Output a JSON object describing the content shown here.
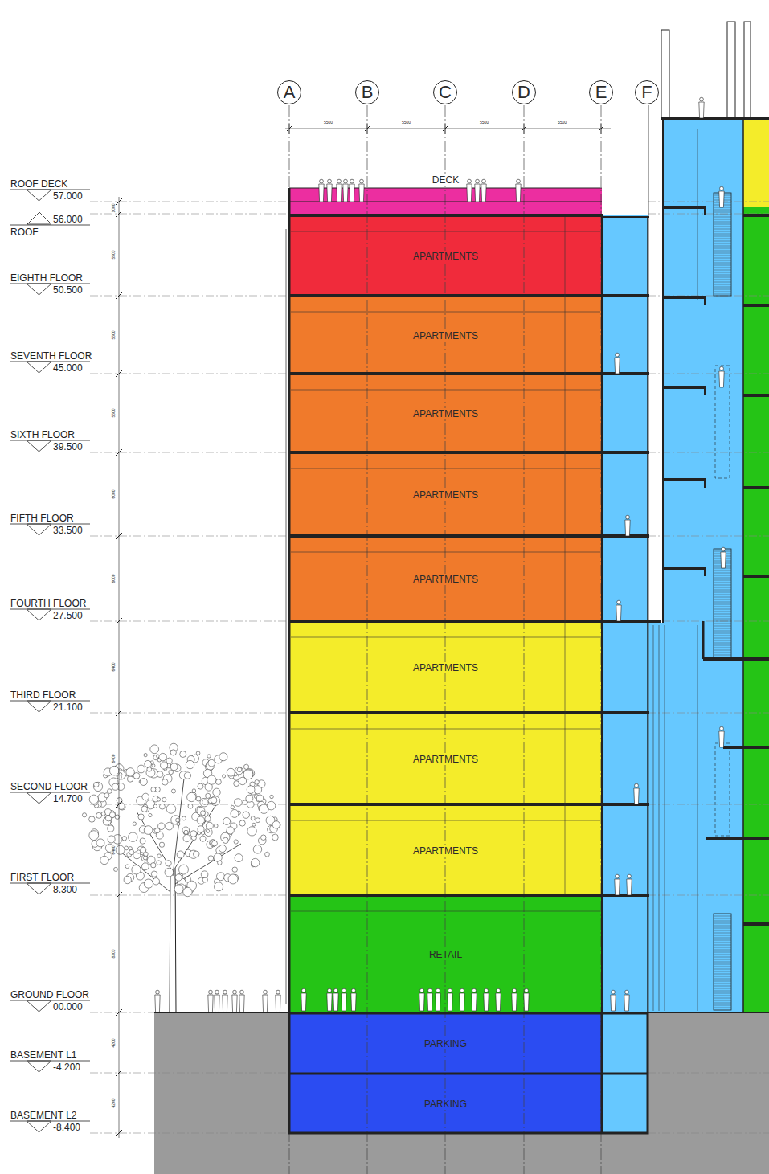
{
  "diagram": {
    "nodes": [
      {
        "text": [
          "A"
        ]
      },
      {
        "text": [
          "B"
        ]
      },
      {
        "text": [
          "C"
        ]
      },
      {
        "text": [
          "D"
        ]
      },
      {
        "text": [
          "E"
        ]
      },
      {
        "text": [
          "F"
        ]
      },
      {
        "text": [
          "DECK"
        ]
      },
      {
        "text": [
          "APARTMENTS"
        ]
      },
      {
        "text": [
          "APARTMENTS"
        ]
      },
      {
        "text": [
          "APARTMENTS"
        ]
      },
      {
        "text": [
          "APARTMENTS"
        ]
      },
      {
        "text": [
          "APARTMENTS"
        ]
      },
      {
        "text": [
          "APARTMENTS"
        ]
      },
      {
        "text": [
          "APARTMENTS"
        ]
      },
      {
        "text": [
          "APARTMENTS"
        ]
      },
      {
        "text": [
          "RETAIL"
        ]
      },
      {
        "text": [
          "PARKING"
        ]
      },
      {
        "text": [
          "PARKING"
        ]
      }
    ],
    "labels": [
      "5500",
      "5500",
      "5500",
      "5500",
      "ROOF DECK",
      "57.000",
      "56.000",
      "ROOF",
      "EIGHTH FLOOR",
      "50.500",
      "SEVENTH FLOOR",
      "45.000",
      "SIXTH FLOOR",
      "39.500",
      "FIFTH FLOOR",
      "33.500",
      "FOURTH FLOOR",
      "27.500",
      "THIRD FLOOR",
      "21.100",
      "SECOND FLOOR",
      "14.700",
      "FIRST FLOOR",
      "8.300",
      "GROUND FLOOR",
      "00.000",
      "BASEMENT L1",
      "-4.200",
      "BASEMENT L2",
      "-8.400",
      "1000",
      "5500",
      "5500",
      "5500",
      "6000",
      "6000",
      "6400",
      "6400",
      "6400",
      "8300",
      "4200",
      "4200"
    ]
  }
}
